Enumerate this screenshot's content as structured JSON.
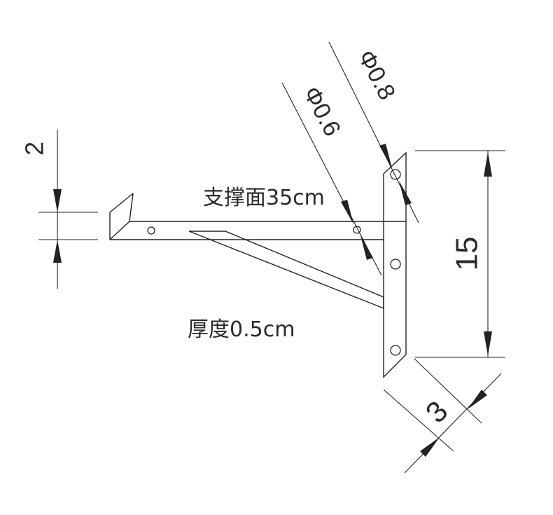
{
  "labels": {
    "support_surface": "支撑面35cm",
    "thickness": "厚度0.5cm"
  },
  "dimensions": {
    "height": "15",
    "width": "3",
    "lip": "2",
    "hole_large": "Φ0.8",
    "hole_small": "Φ0.6"
  },
  "colors": {
    "line": "#222222",
    "background": "#ffffff"
  }
}
